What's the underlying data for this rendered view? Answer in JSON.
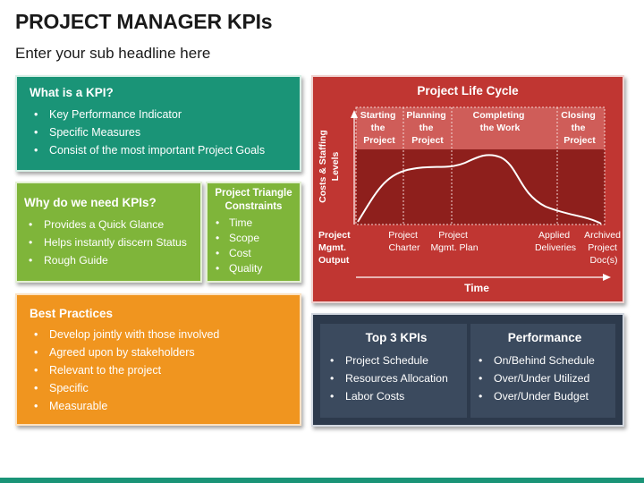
{
  "header": {
    "title": "PROJECT MANAGER KPIs",
    "subtitle": "Enter your sub headline here"
  },
  "what_is_kpi": {
    "heading": "What is a KPI?",
    "items": [
      "Key Performance Indicator",
      "Specific Measures",
      "Consist of the most important Project Goals"
    ]
  },
  "why_need_kpis": {
    "heading": "Why do we need KPIs?",
    "items": [
      "Provides a Quick Glance",
      "Helps instantly discern Status",
      "Rough Guide"
    ]
  },
  "triangle": {
    "heading_line1": "Project Triangle",
    "heading_line2": "Constraints",
    "items": [
      "Time",
      "Scope",
      "Cost",
      "Quality"
    ]
  },
  "best_practices": {
    "heading": "Best Practices",
    "items": [
      "Develop jointly with those involved",
      "Agreed upon by stakeholders",
      "Relevant to the project",
      "Specific",
      "Measurable"
    ]
  },
  "life_cycle": {
    "title": "Project Life Cycle",
    "y_axis_line1": "Costs & Staffing",
    "y_axis_line2": "Levels",
    "x_axis": "Time",
    "phases": [
      {
        "line1": "Starting",
        "line2": "the",
        "line3": "Project"
      },
      {
        "line1": "Planning",
        "line2": "the",
        "line3": "Project"
      },
      {
        "line1": "Completing",
        "line2": "the Work",
        "line3": ""
      },
      {
        "line1": "Closing",
        "line2": "the",
        "line3": "Project"
      }
    ],
    "outputs": [
      {
        "line1": "Project",
        "line2": "Mgmt.",
        "line3": "Output"
      },
      {
        "line1": "Project",
        "line2": "Charter",
        "line3": ""
      },
      {
        "line1": "Project",
        "line2": "Mgmt. Plan",
        "line3": ""
      },
      {
        "line1": "Applied",
        "line2": "Deliveries",
        "line3": ""
      },
      {
        "line1": "Archived",
        "line2": "Project",
        "line3": "Doc(s)"
      }
    ]
  },
  "top_kpis": {
    "heading": "Top 3 KPIs",
    "items": [
      "Project Schedule",
      "Resources Allocation",
      "Labor Costs"
    ]
  },
  "performance": {
    "heading": "Performance",
    "items": [
      "On/Behind Schedule",
      "Over/Under Utilized",
      "Over/Under Budget"
    ]
  },
  "colors": {
    "teal": "#1a9477",
    "green": "#7fb53a",
    "orange": "#f0951f",
    "red": "#c03632",
    "navy": "#2d3a4c"
  }
}
